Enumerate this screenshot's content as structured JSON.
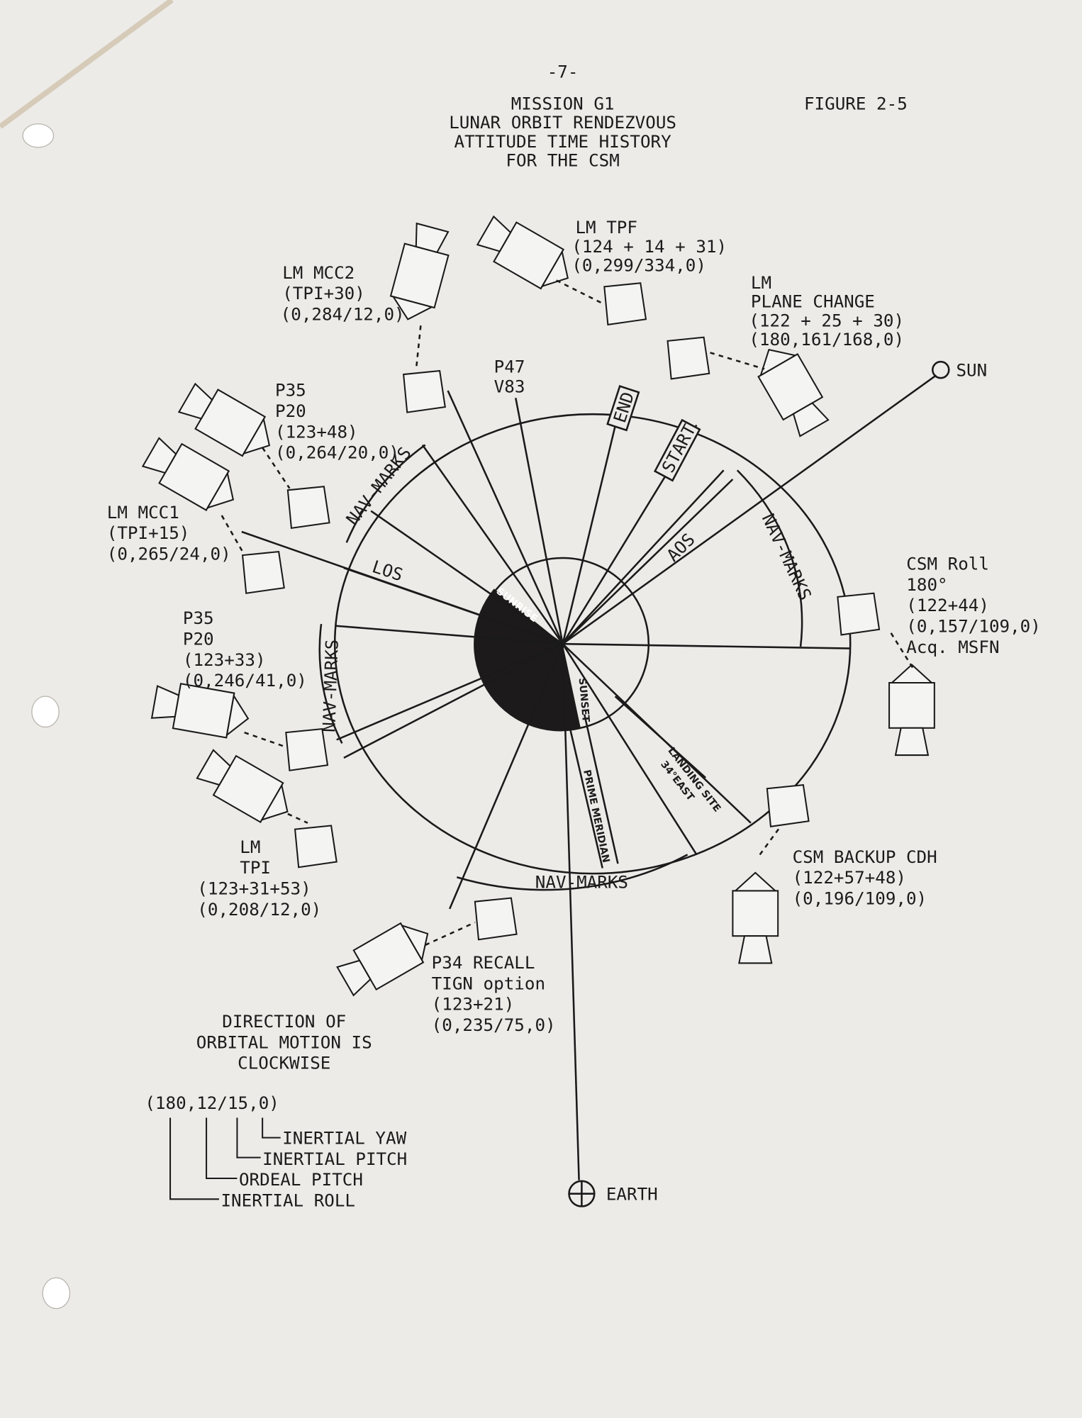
{
  "page_number": "-7-",
  "title": [
    "MISSION G1",
    "LUNAR ORBIT RENDEZVOUS",
    "ATTITUDE TIME HISTORY",
    "FOR THE CSM"
  ],
  "figure_label": "FIGURE 2-5",
  "events": {
    "lm_tpf": [
      "LM TPF",
      "(124 + 14 + 31)",
      "(0,299/334,0)"
    ],
    "lm_plane_change": [
      "LM",
      "PLANE CHANGE",
      "(122 + 25 + 30)",
      "(180,161/168,0)"
    ],
    "lm_mcc2": [
      "LM MCC2",
      "(TPI+30)",
      "(0,284/12,0)"
    ],
    "p35_p20_a": [
      "P35",
      "P20",
      "(123+48)",
      "(0,264/20,0)"
    ],
    "lm_mcc1": [
      "LM MCC1",
      "(TPI+15)",
      "(0,265/24,0)"
    ],
    "p35_p20_b": [
      "P35",
      "P20",
      "(123+33)",
      "(0,246/41,0)"
    ],
    "lm_tpi": [
      "LM",
      "TPI",
      "(123+31+53)",
      "(0,208/12,0)"
    ],
    "p34_recall": [
      "P34 RECALL",
      "TIGN option",
      "(123+21)",
      "(0,235/75,0)"
    ],
    "csm_backup_cdh": [
      "CSM BACKUP CDH",
      "(122+57+48)",
      "(0,196/109,0)"
    ],
    "csm_roll": [
      "CSM Roll",
      "180°",
      "(122+44)",
      "(0,157/109,0)",
      "Acq. MSFN"
    ],
    "p47_v83": [
      "P47",
      "V83"
    ]
  },
  "diagram_labels": {
    "sun": "SUN",
    "earth": "EARTH",
    "end": "END",
    "start": "START",
    "aos": "AOS",
    "los": "LOS",
    "nav_marks": "NAV-MARKS",
    "sunrise": "SUNRISE",
    "sunset": "SUNSET",
    "prime_meridian": "PRIME MERIDIAN",
    "landing_site": [
      "LANDING SITE",
      "34°EAST"
    ]
  },
  "direction_note": [
    "DIRECTION OF",
    "ORBITAL MOTION IS",
    "CLOCKWISE"
  ],
  "legend": {
    "example": "(180,12/15,0)",
    "items": [
      "INERTIAL YAW",
      "INERTIAL PITCH",
      "ORDEAL PITCH",
      "INERTIAL ROLL"
    ]
  }
}
